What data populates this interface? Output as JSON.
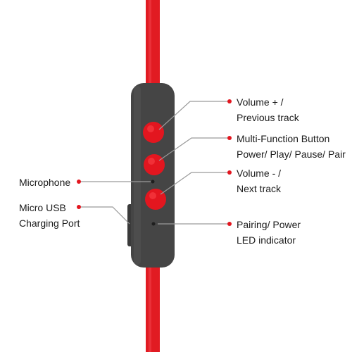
{
  "colors": {
    "cable": "#e11b22",
    "button": "#e3161f",
    "remote_body": "#454545",
    "callout_line": "#9a9a9a",
    "callout_dot": "#e3161f",
    "text": "#1a1a1a"
  },
  "labels": {
    "volume_up": {
      "line1": "Volume + /",
      "line2": "Previous track"
    },
    "multi_function": {
      "line1": "Multi-Function Button",
      "line2": "Power/ Play/ Pause/ Pair"
    },
    "volume_down": {
      "line1": "Volume - /",
      "line2": "Next track"
    },
    "pairing_led": {
      "line1": "Pairing/ Power",
      "line2": "LED indicator"
    },
    "microphone": {
      "line1": "Microphone"
    },
    "micro_usb": {
      "line1": "Micro USB",
      "line2": "Charging Port"
    }
  }
}
